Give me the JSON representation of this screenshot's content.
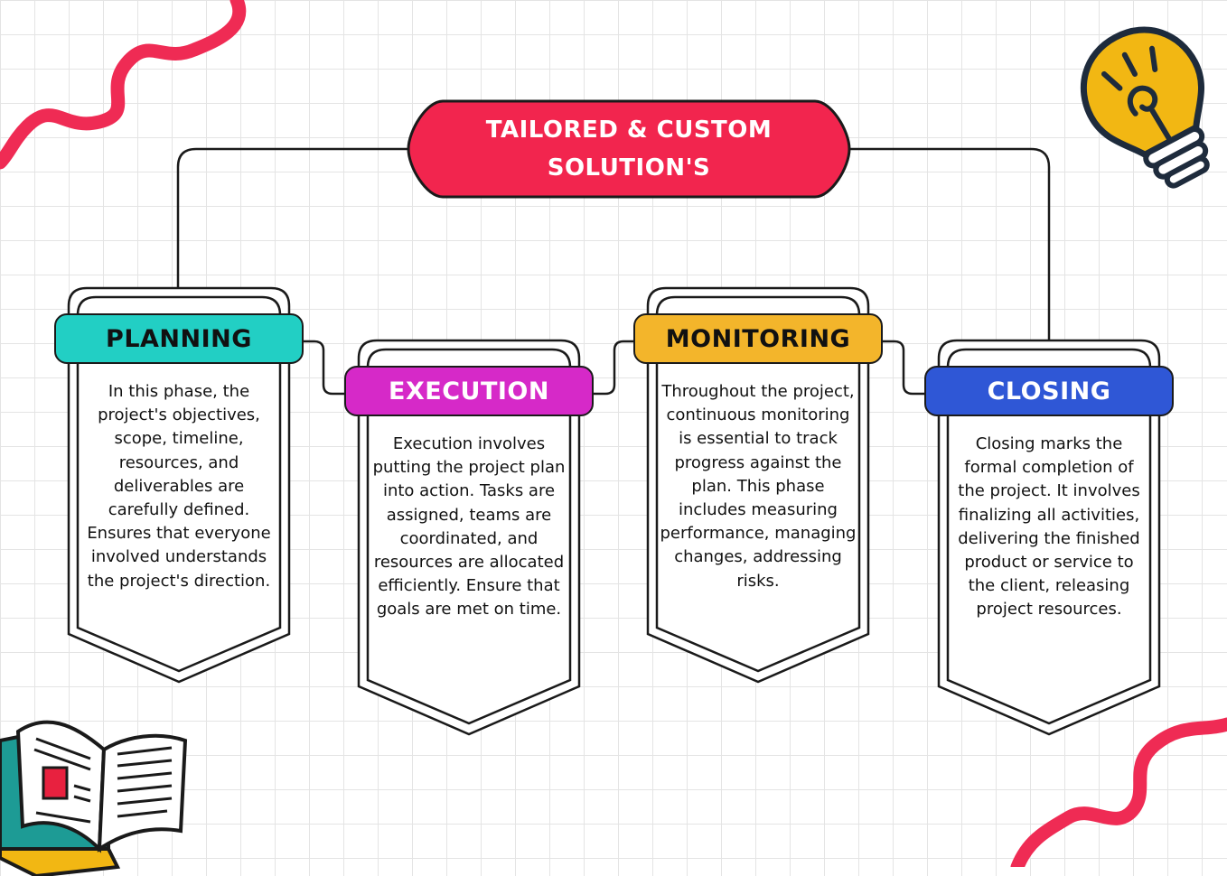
{
  "title": {
    "line1": "TAILORED & CUSTOM",
    "line2": "SOLUTION'S"
  },
  "phases": [
    {
      "name": "PLANNING",
      "color": "#22cfc4",
      "text_color": "#111111",
      "text": "In this phase, the project's objectives, scope, timeline, resources, and deliverables are carefully defined. Ensures that everyone involved understands the project's direction."
    },
    {
      "name": "EXECUTION",
      "color": "#d629c8",
      "text_color": "#ffffff",
      "text": "Execution involves putting the project plan into action. Tasks are assigned, teams are coordinated, and resources are allocated efficiently. Ensure that goals are met on time."
    },
    {
      "name": "MONITORING",
      "color": "#f3b52b",
      "text_color": "#111111",
      "text": "Throughout the project, continuous monitoring is essential to track progress against the plan. This phase includes measuring performance, managing changes, addressing risks."
    },
    {
      "name": "CLOSING",
      "color": "#2f57d6",
      "text_color": "#ffffff",
      "text": "Closing marks the formal completion of the project. It involves finalizing all activities, delivering the finished product or service to the client, releasing project resources."
    }
  ],
  "colors": {
    "title_banner": "#f2254e",
    "squiggle": "#ef2b54",
    "bulb": "#f2b713",
    "outline": "#1a1a1a"
  },
  "decorations": [
    "squiggle-top-left",
    "lightbulb-icon",
    "book-icon",
    "squiggle-bottom-right"
  ]
}
